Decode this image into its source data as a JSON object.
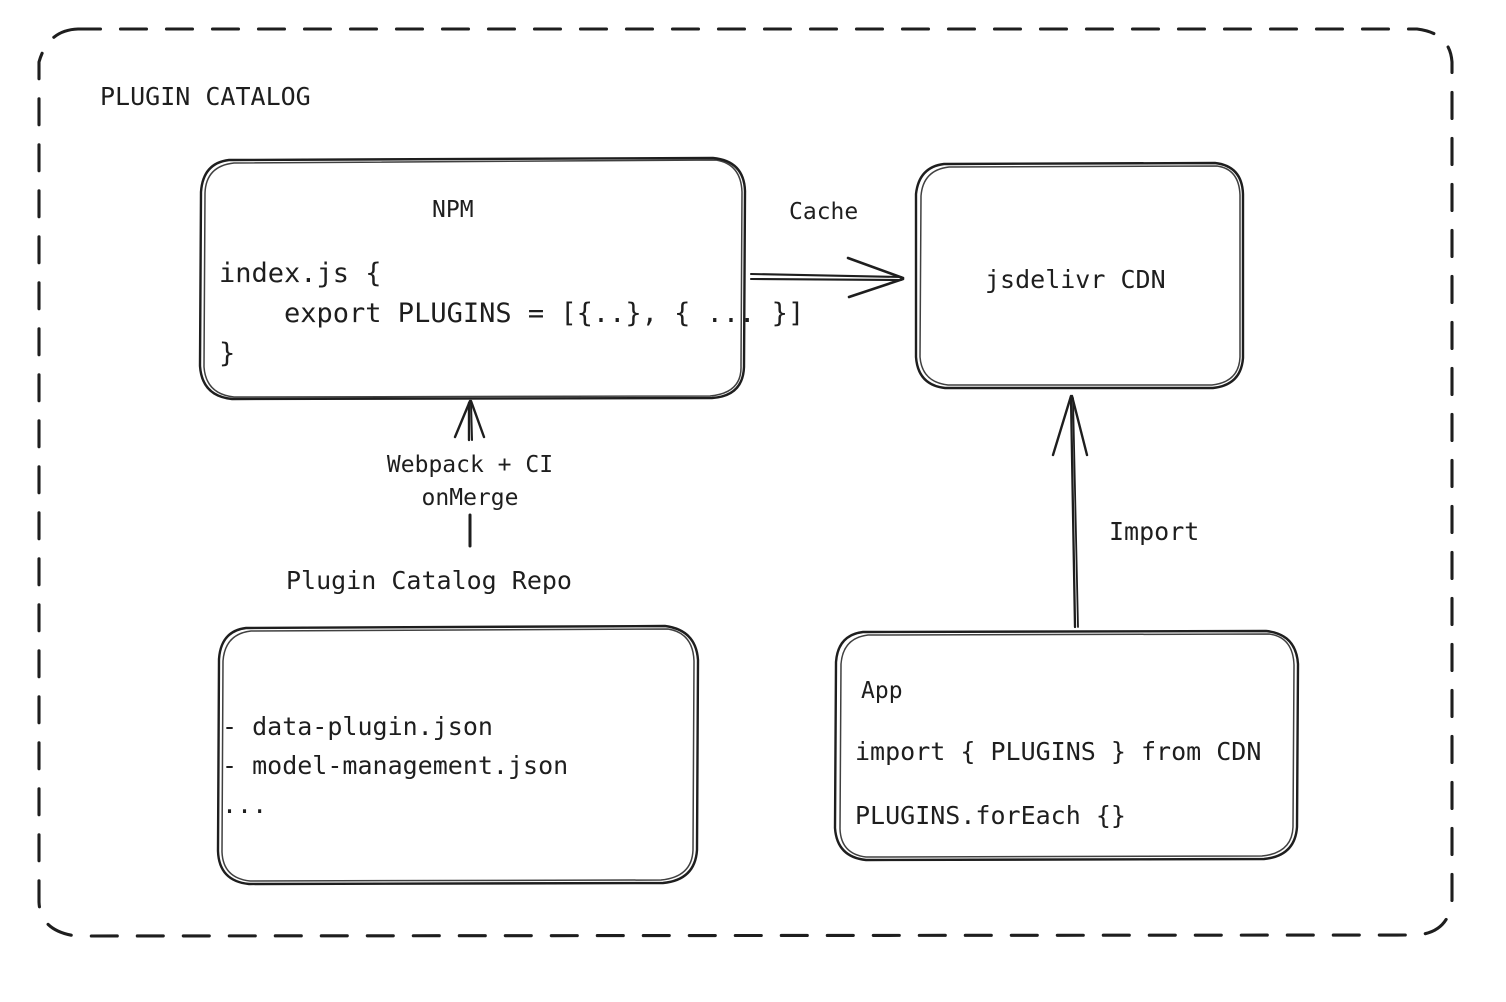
{
  "diagram": {
    "type": "architecture-flow",
    "group": {
      "title": "PLUGIN CATALOG",
      "border_style": "dashed-rounded"
    },
    "style": {
      "stroke": "#1e1e1e",
      "background": "#ffffff",
      "sketch": "hand-drawn"
    },
    "nodes": {
      "npm": {
        "title": "NPM",
        "code": "index.js {\n    export PLUGINS = [{..}, { ... }]\n}"
      },
      "cdn": {
        "title": "jsdelivr CDN"
      },
      "repo": {
        "caption": "Plugin Catalog Repo",
        "files": "- data-plugin.json\n- model-management.json\n..."
      },
      "app": {
        "title": "App",
        "line1": "import { PLUGINS } from CDN",
        "line2": "PLUGINS.forEach {}"
      }
    },
    "edges": {
      "npm_to_cdn": {
        "label": "Cache",
        "direction": "right"
      },
      "repo_to_npm": {
        "label": "Webpack + CI\nonMerge",
        "direction": "up"
      },
      "app_to_cdn": {
        "label": "Import",
        "direction": "up"
      }
    }
  }
}
